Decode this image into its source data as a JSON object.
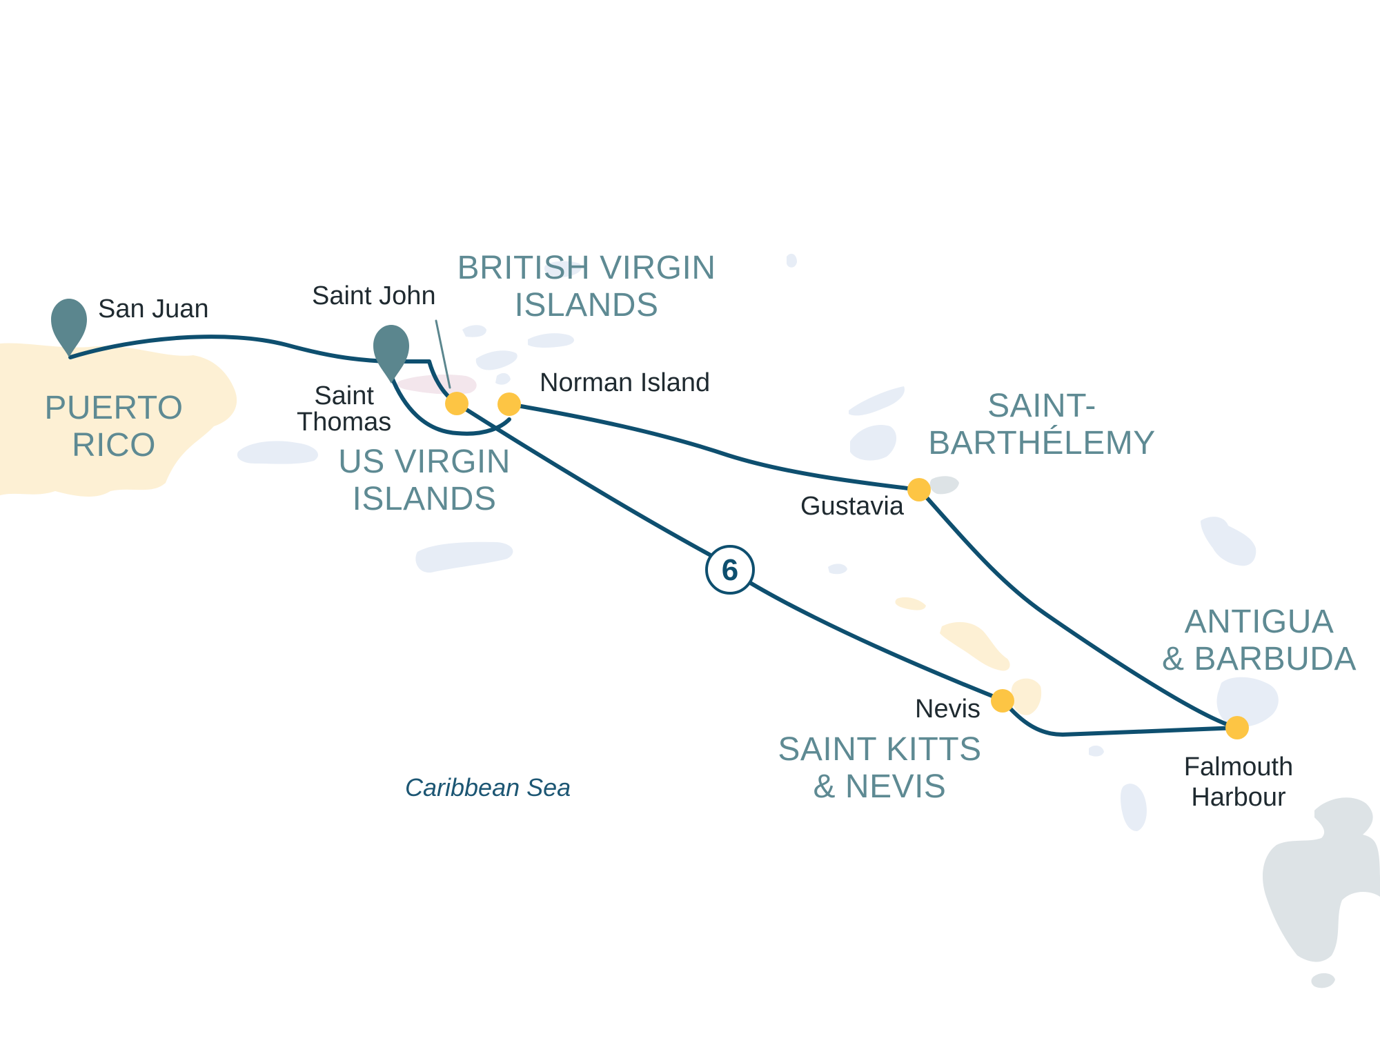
{
  "map": {
    "colors": {
      "route": "#0e4f6f",
      "stop": "#fdc544",
      "pin": "#5b868e",
      "land_puerto_rico": "#fdf0d4",
      "land_blue": "#e7edf6",
      "land_grey": "#dde3e6",
      "land_pink": "#f3e6ec",
      "land_sand": "#fdf0d4"
    },
    "sea_label": "Caribbean Sea",
    "countries": {
      "puerto_rico": [
        "PUERTO",
        "RICO"
      ],
      "bvi": [
        "BRITISH VIRGIN",
        "ISLANDS"
      ],
      "usvi": [
        "US VIRGIN",
        "ISLANDS"
      ],
      "st_barth": [
        "SAINT-",
        "BARTHÉLEMY"
      ],
      "antigua": [
        "ANTIGUA",
        "& BARBUDA"
      ],
      "st_kitts": [
        "SAINT KITTS",
        "& NEVIS"
      ]
    },
    "ports": {
      "san_juan": "San Juan",
      "saint_john": "Saint John",
      "saint_thomas": [
        "Saint",
        "Thomas"
      ],
      "norman_island": "Norman Island",
      "gustavia": "Gustavia",
      "nevis": "Nevis",
      "falmouth": [
        "Falmouth",
        "Harbour"
      ]
    },
    "day_marker": "6",
    "pins": [
      {
        "name": "san-juan",
        "icon": "map-pin-icon"
      },
      {
        "name": "saint-thomas",
        "icon": "map-pin-icon"
      }
    ]
  }
}
